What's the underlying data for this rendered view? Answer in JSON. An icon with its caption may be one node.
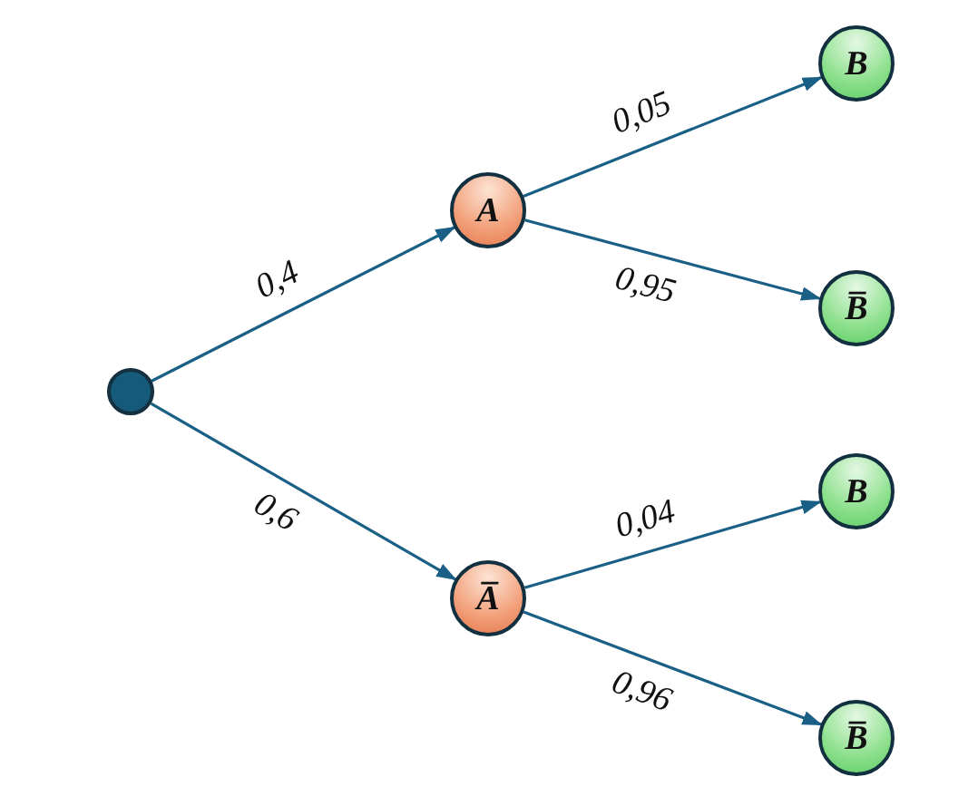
{
  "diagram": {
    "nodes": [
      {
        "text": [],
        "shape": "circle"
      },
      {
        "text": [
          "A"
        ]
      },
      {
        "text": [
          "B"
        ]
      },
      {
        "text": [
          "B̅"
        ]
      },
      {
        "text": [
          "A̅"
        ]
      },
      {
        "text": [
          "B"
        ]
      },
      {
        "text": [
          "B̅"
        ]
      }
    ],
    "edges": [
      {
        "from": 0,
        "to": 1,
        "arrow": "to",
        "label": "0,4"
      },
      {
        "from": 0,
        "to": 4,
        "arrow": "to",
        "label": "0,6"
      },
      {
        "from": 1,
        "to": 2,
        "arrow": "to",
        "label": "0,05"
      },
      {
        "from": 1,
        "to": 3,
        "arrow": "to",
        "label": "0,95"
      },
      {
        "from": 4,
        "to": 5,
        "arrow": "to",
        "label": "0,04"
      },
      {
        "from": 4,
        "to": 6,
        "arrow": "to",
        "label": "0,96"
      }
    ]
  }
}
